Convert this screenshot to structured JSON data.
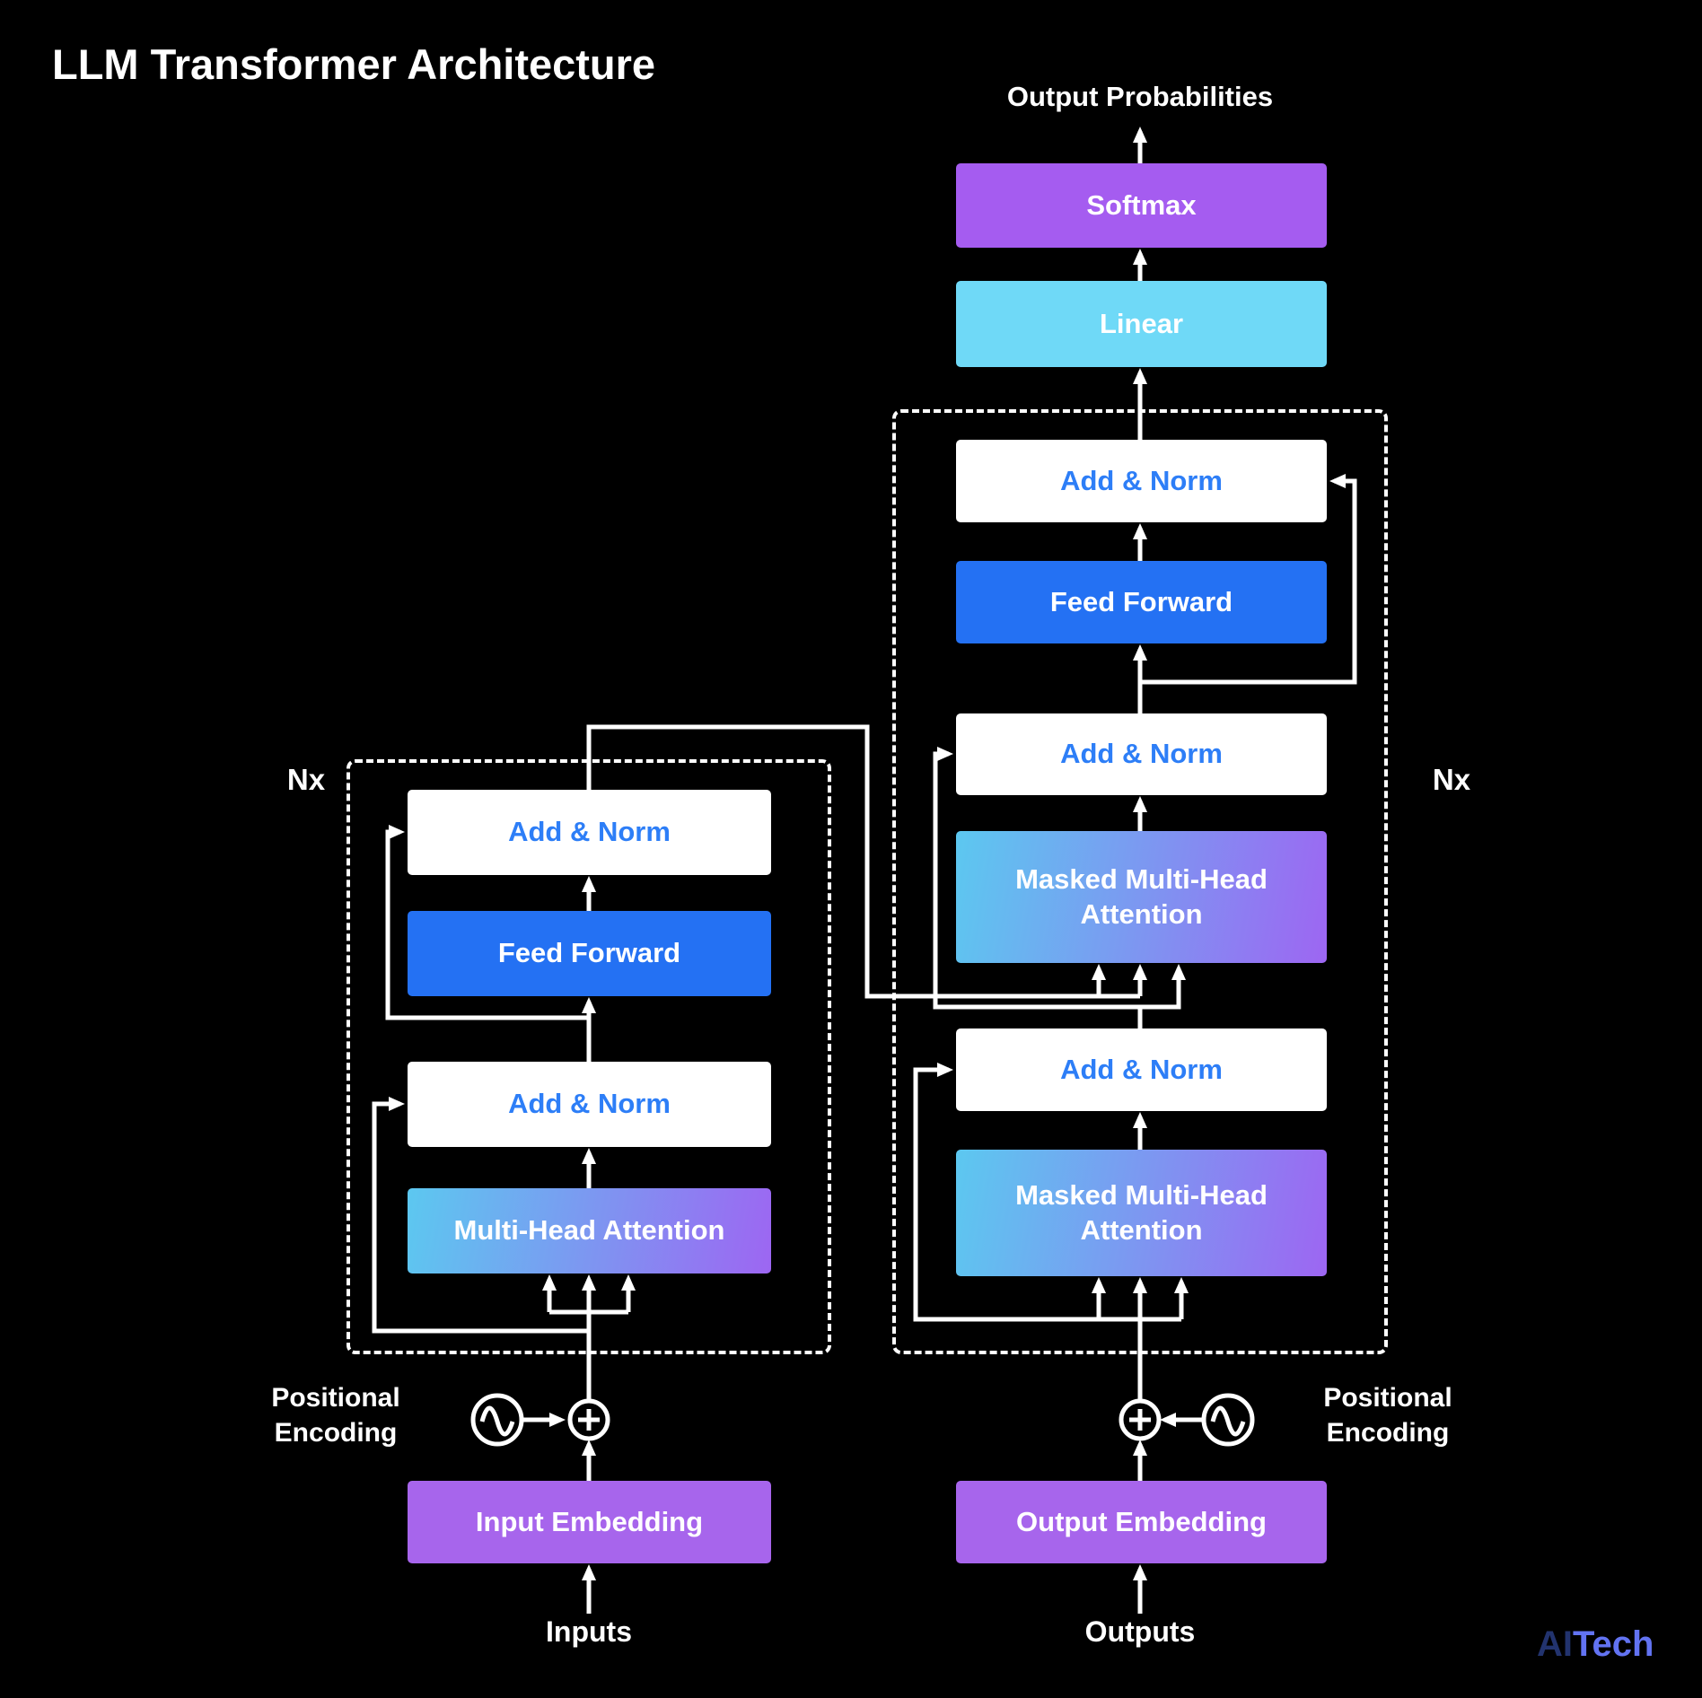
{
  "title": "LLM Transformer Architecture",
  "output_head": {
    "probabilities_label": "Output Probabilities",
    "softmax_label": "Softmax",
    "linear_label": "Linear"
  },
  "decoder": {
    "repeat_label": "Nx",
    "blocks": {
      "add_norm_1": "Add & Norm",
      "feed_forward": "Feed Forward",
      "add_norm_2": "Add & Norm",
      "masked_attention_1": "Masked Multi-Head Attention",
      "add_norm_3": "Add & Norm",
      "masked_attention_2": "Masked Multi-Head Attention"
    },
    "embedding_label": "Output Embedding",
    "positional_label": "Positional Encoding",
    "stream_label": "Outputs"
  },
  "encoder": {
    "repeat_label": "Nx",
    "blocks": {
      "add_norm_1": "Add & Norm",
      "feed_forward": "Feed Forward",
      "add_norm_2": "Add & Norm",
      "attention": "Multi-Head Attention"
    },
    "embedding_label": "Input Embedding",
    "positional_label": "Positional Encoding",
    "stream_label": "Inputs"
  },
  "logo": {
    "prefix": "AI",
    "suffix": "Tech"
  },
  "colors": {
    "background": "#000000",
    "softmax": "#a55cf0",
    "linear": "#6fd9f7",
    "feed_forward": "#2471f3",
    "add_norm_text": "#2d7ef7",
    "attention_gradient_start": "#5cc8f0",
    "attention_gradient_end": "#9d66f2",
    "embedding": "#a765ec",
    "line": "#ffffff"
  }
}
